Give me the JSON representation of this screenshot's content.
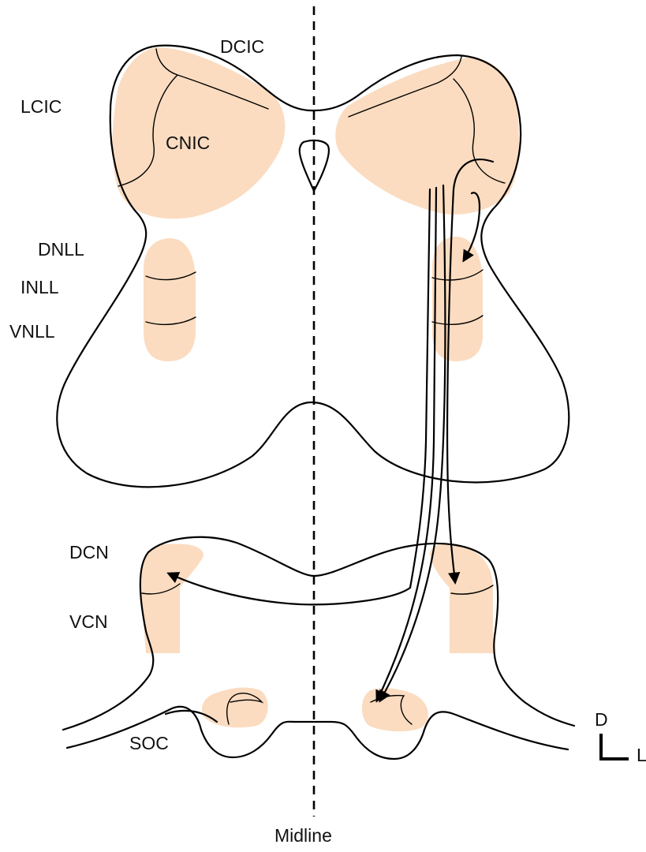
{
  "diagram": {
    "nucleus_fill": "#fbdcc0",
    "line_color": "#000000",
    "labels": {
      "dcic": "DCIC",
      "lcic": "LCIC",
      "cnic": "CNIC",
      "dnll": "DNLL",
      "inll": "INLL",
      "vnll": "VNLL",
      "dcn": "DCN",
      "vcn": "VCN",
      "soc": "SOC",
      "midline": "Midline"
    },
    "orientation": {
      "dorsal": "D",
      "lateral": "L"
    }
  }
}
